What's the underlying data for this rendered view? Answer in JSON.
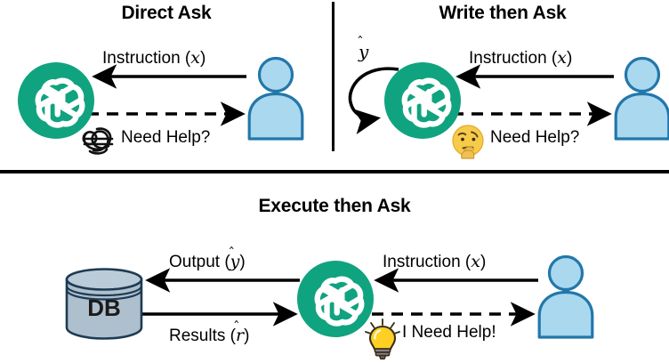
{
  "figure": {
    "title": "Three interaction paradigms for LLM clarification-question asking",
    "background": "#ffffff",
    "dividers": {
      "vertical": true,
      "horizontal": true,
      "color": "#000000"
    }
  },
  "colors": {
    "openai_green": "#10a37f",
    "person_fill": "#aad8ef",
    "person_stroke": "#2277aa",
    "db_fill": "#aebfce",
    "db_stroke": "#1d3b53",
    "bulb_yellow": "#ffd024",
    "emoji_yellow": "#f7cb4a",
    "arrow_black": "#000000"
  },
  "panels": [
    {
      "id": "direct-ask",
      "title": "Direct Ask",
      "agent": "openai-logo",
      "user": "person-icon",
      "edges": [
        {
          "id": "instruction",
          "label_prefix": "Instruction (",
          "label_var": "x",
          "label_suffix": ")",
          "style": "solid",
          "direction": "user-to-agent"
        },
        {
          "id": "need-help",
          "label_prefix": "Need Help?",
          "label_var": "",
          "label_suffix": "",
          "style": "dashed",
          "direction": "agent-to-user"
        }
      ],
      "state_icon": "tangle-icon",
      "state_icon_meaning": "confused / tangled",
      "need_help_label": "Need Help?"
    },
    {
      "id": "write-then-ask",
      "title": "Write then Ask",
      "agent": "openai-logo",
      "user": "person-icon",
      "self_loop_label": "ŷ",
      "edges": [
        {
          "id": "instruction",
          "label_prefix": "Instruction (",
          "label_var": "x",
          "label_suffix": ")",
          "style": "solid",
          "direction": "user-to-agent"
        },
        {
          "id": "need-help",
          "label_prefix": "Need Help?",
          "label_var": "",
          "label_suffix": "",
          "style": "dashed",
          "direction": "agent-to-user"
        }
      ],
      "state_icon": "thinking-face-icon",
      "state_icon_meaning": "thinking",
      "need_help_label": "Need Help?"
    },
    {
      "id": "execute-then-ask",
      "title": "Execute then Ask",
      "agent": "openai-logo",
      "user": "person-icon",
      "database_label": "DB",
      "edges": [
        {
          "id": "output",
          "label_prefix": "Output (",
          "label_var": "ŷ",
          "label_suffix": ")",
          "style": "solid",
          "direction": "agent-to-db"
        },
        {
          "id": "results",
          "label_prefix": "Results (",
          "label_var": "r̂",
          "label_suffix": ")",
          "style": "solid",
          "direction": "db-to-agent"
        },
        {
          "id": "instruction",
          "label_prefix": "Instruction (",
          "label_var": "x",
          "label_suffix": ")",
          "style": "solid",
          "direction": "user-to-agent"
        },
        {
          "id": "need-help",
          "label_prefix": "I Need Help!",
          "label_var": "",
          "label_suffix": "",
          "style": "dashed",
          "direction": "agent-to-user"
        }
      ],
      "state_icon": "lightbulb-icon",
      "state_icon_meaning": "idea / needs help",
      "need_help_label": "I Need Help!"
    }
  ],
  "text": {
    "instruction_pre": "Instruction (",
    "instruction_var": "x",
    "instruction_post": ")",
    "output_pre": "Output (",
    "output_var": "y",
    "output_post": ")",
    "results_pre": "Results (",
    "results_var": "r",
    "results_post": ")",
    "need_help": "Need Help?",
    "i_need_help": "I Need Help!",
    "db": "DB",
    "yhat_var": "y"
  }
}
